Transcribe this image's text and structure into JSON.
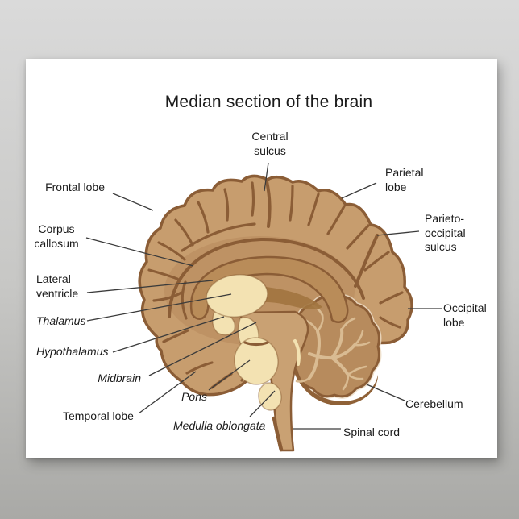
{
  "title": "Median section of the brain",
  "labels": {
    "frontal_lobe": "Frontal lobe",
    "central_sulcus": "Central sulcus",
    "parietal_lobe": "Parietal lobe",
    "parieto_occipital_sulcus": "Parieto-occipital sulcus",
    "corpus_callosum": "Corpus callosum",
    "lateral_ventricle": "Lateral ventricle",
    "thalamus": "Thalamus",
    "hypothalamus": "Hypothalamus",
    "midbrain": "Midbrain",
    "pons": "Pons",
    "temporal_lobe": "Temporal lobe",
    "medulla_oblongata": "Medulla oblongata",
    "spinal_cord": "Spinal cord",
    "occipital_lobe": "Occipital lobe",
    "cerebellum": "Cerebellum"
  },
  "colors": {
    "backdrop_top": "#dadada",
    "backdrop_mid": "#c7c7c5",
    "backdrop_bottom": "#a9a9a6",
    "poster_background": "#ffffff",
    "text": "#1b1b1b",
    "leader_line": "#3b3b3b",
    "cortex": "#c79d6e",
    "sulci_outline": "#8b5d36",
    "inner_cerebrum": "#b08253",
    "corpus_callosum_band": "#b98c59",
    "fornix_region": "#a1743f",
    "deep_structures_cream": "#f3e2b2",
    "brainstem": "#c9a173",
    "cerebellum": "#b78b5d",
    "cerebellum_shadow": "#8f6137",
    "cerebellum_halo": "#ecdcc6",
    "arbor_vitae": "#d9bb92"
  }
}
